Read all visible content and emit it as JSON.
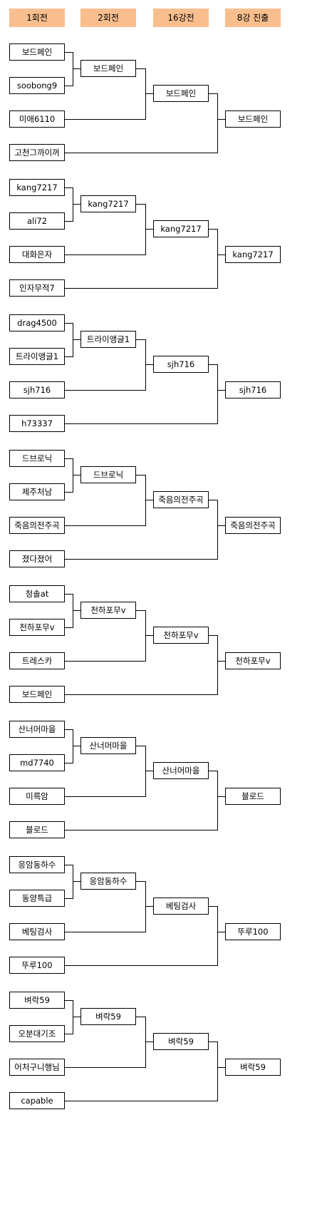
{
  "headers": [
    "1회전",
    "2회전",
    "16강전",
    "8강 진출"
  ],
  "groups": [
    {
      "round1": [
        "보드페인",
        "soobong9",
        "미애6110",
        "고천그까이꺼"
      ],
      "round2": "보드페인",
      "round16": "보드페인",
      "quarter": "보드페인"
    },
    {
      "round1": [
        "kang7217",
        "ali72",
        "대화은자",
        "인자무적7"
      ],
      "round2": "kang7217",
      "round16": "kang7217",
      "quarter": "kang7217"
    },
    {
      "round1": [
        "drag4500",
        "트라이앵글1",
        "sjh716",
        "h73337"
      ],
      "round2": "트라이앵글1",
      "round16": "sjh716",
      "quarter": "sjh716"
    },
    {
      "round1": [
        "드브로닉",
        "제주처남",
        "죽음의전주곡",
        "졌다졌어"
      ],
      "round2": "드브로닉",
      "round16": "죽음의전주곡",
      "quarter": "죽음의전주곡"
    },
    {
      "round1": [
        "청솔at",
        "천하포무v",
        "트레스카",
        "보드페인"
      ],
      "round2": "천하포무v",
      "round16": "천하포무v",
      "quarter": "천하포무v"
    },
    {
      "round1": [
        "산너머마을",
        "md7740",
        "미륵암",
        "블로드"
      ],
      "round2": "산너머마을",
      "round16": "산너머마을",
      "quarter": "블로드"
    },
    {
      "round1": [
        "응암동하수",
        "동양특급",
        "베팅검사",
        "뚜루100"
      ],
      "round2": "응암동하수",
      "round16": "베팅검사",
      "quarter": "뚜루100"
    },
    {
      "round1": [
        "벼락59",
        "오분대기조",
        "어처구니행님",
        "capable"
      ],
      "round2": "벼락59",
      "round16": "벼락59",
      "quarter": "벼락59"
    }
  ]
}
